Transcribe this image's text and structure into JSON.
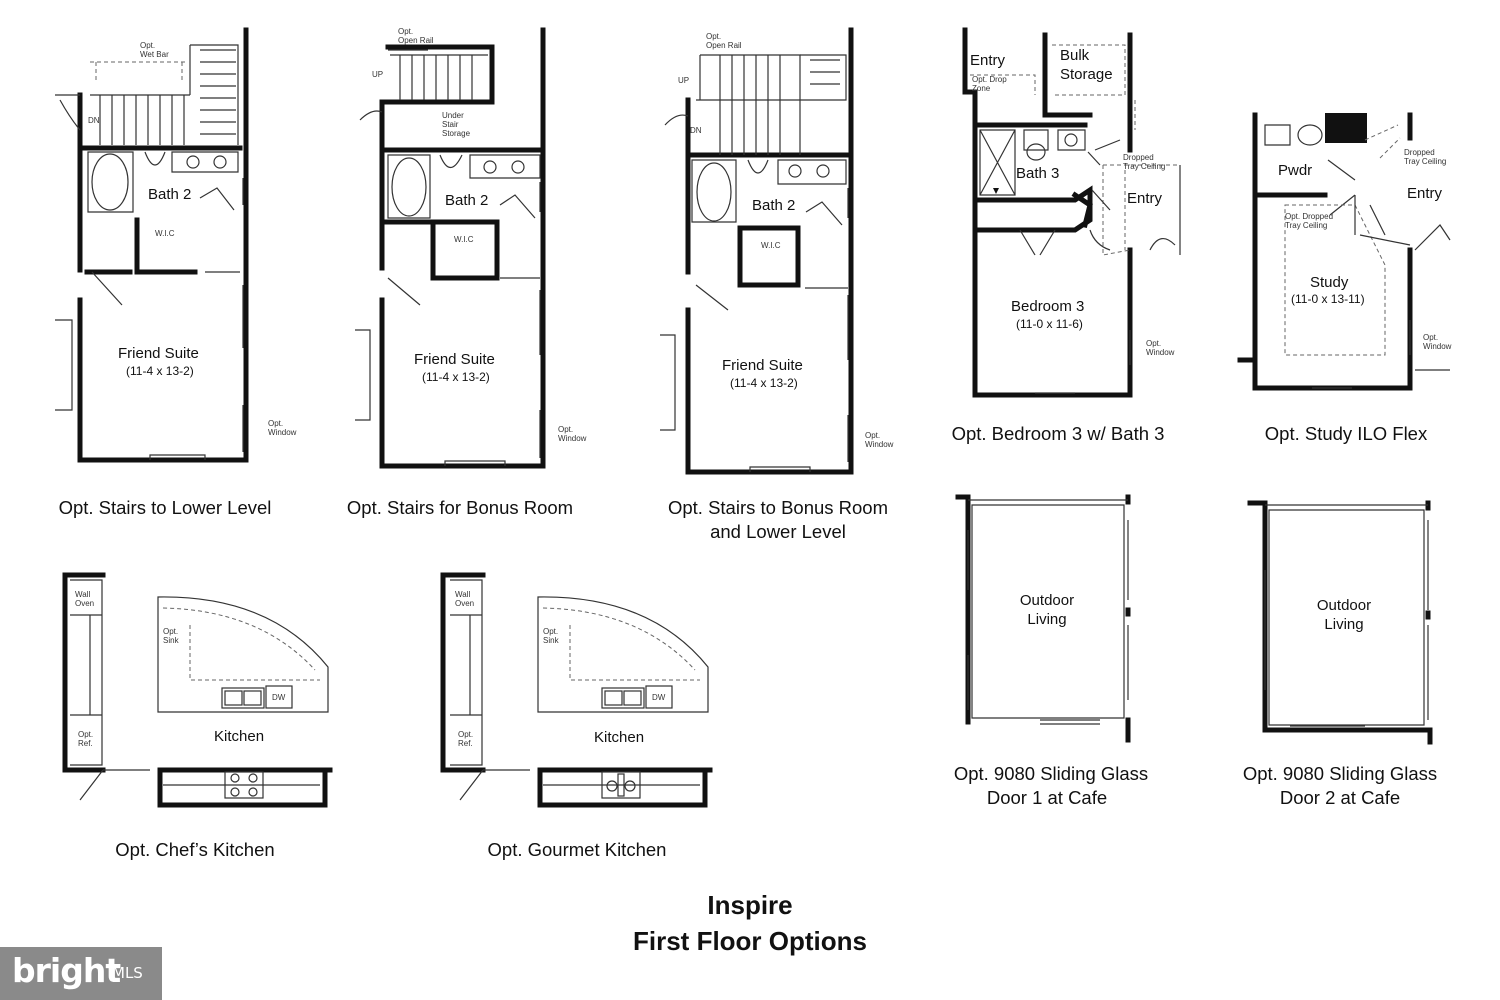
{
  "title": {
    "line1": "Inspire",
    "line2": "First Floor Options"
  },
  "logo": {
    "brand": "bright",
    "suffix": "MLS"
  },
  "plans": [
    {
      "caption": "Opt. Stairs to Lower Level",
      "rooms": {
        "bath": "Bath 2",
        "wic": "W.I.C",
        "suite": "Friend Suite",
        "dims": "(11-4 x 13-2)"
      },
      "notes": {
        "top": "Opt.\nWet Bar",
        "stair": "DN",
        "window": "Opt.\nWindow"
      }
    },
    {
      "caption": "Opt. Stairs for Bonus Room",
      "rooms": {
        "bath": "Bath 2",
        "wic": "W.I.C",
        "suite": "Friend Suite",
        "dims": "(11-4 x 13-2)",
        "storage": "Under\nStair\nStorage"
      },
      "notes": {
        "top": "Opt.\nOpen Rail",
        "stair": "UP",
        "window": "Opt.\nWindow"
      }
    },
    {
      "caption_line1": "Opt. Stairs to Bonus Room",
      "caption_line2": "and Lower Level",
      "rooms": {
        "bath": "Bath 2",
        "wic": "W.I.C",
        "suite": "Friend Suite",
        "dims": "(11-4 x 13-2)"
      },
      "notes": {
        "top": "Opt.\nOpen Rail",
        "stair_up": "UP",
        "stair_dn": "DN",
        "window": "Opt.\nWindow"
      }
    },
    {
      "caption": "Opt. Bedroom 3 w/ Bath 3",
      "rooms": {
        "entry_top": "Entry",
        "bulk": "Bulk\nStorage",
        "bath": "Bath 3",
        "entry": "Entry",
        "bedroom": "Bedroom 3",
        "dims": "(11-0 x 11-6)"
      },
      "notes": {
        "drop": "Opt. Drop\nZone",
        "tray": "Dropped\nTray Ceiling",
        "window": "Opt.\nWindow"
      }
    },
    {
      "caption": "Opt. Study ILO Flex",
      "rooms": {
        "pwdr": "Pwdr",
        "entry": "Entry",
        "study": "Study",
        "dims": "(11-0 x 13-11)"
      },
      "notes": {
        "tray_top": "Dropped\nTray Ceiling",
        "tray": "Opt. Dropped\nTray Ceiling",
        "window": "Opt.\nWindow"
      }
    },
    {
      "caption": "Opt. Chef’s Kitchen",
      "rooms": {
        "kitchen": "Kitchen"
      },
      "notes": {
        "oven": "Wall\nOven",
        "sink": "Opt.\nSink",
        "ref": "Opt.\nRef.",
        "dw": "DW"
      }
    },
    {
      "caption": "Opt. Gourmet Kitchen",
      "rooms": {
        "kitchen": "Kitchen"
      },
      "notes": {
        "oven": "Wall\nOven",
        "sink": "Opt.\nSink",
        "ref": "Opt.\nRef.",
        "dw": "DW"
      }
    },
    {
      "caption_line1": "Opt. 9080 Sliding Glass",
      "caption_line2": "Door 1 at Cafe",
      "rooms": {
        "outdoor": "Outdoor\nLiving"
      }
    },
    {
      "caption_line1": "Opt. 9080 Sliding Glass",
      "caption_line2": "Door 2 at Cafe",
      "rooms": {
        "outdoor": "Outdoor\nLiving"
      }
    }
  ]
}
